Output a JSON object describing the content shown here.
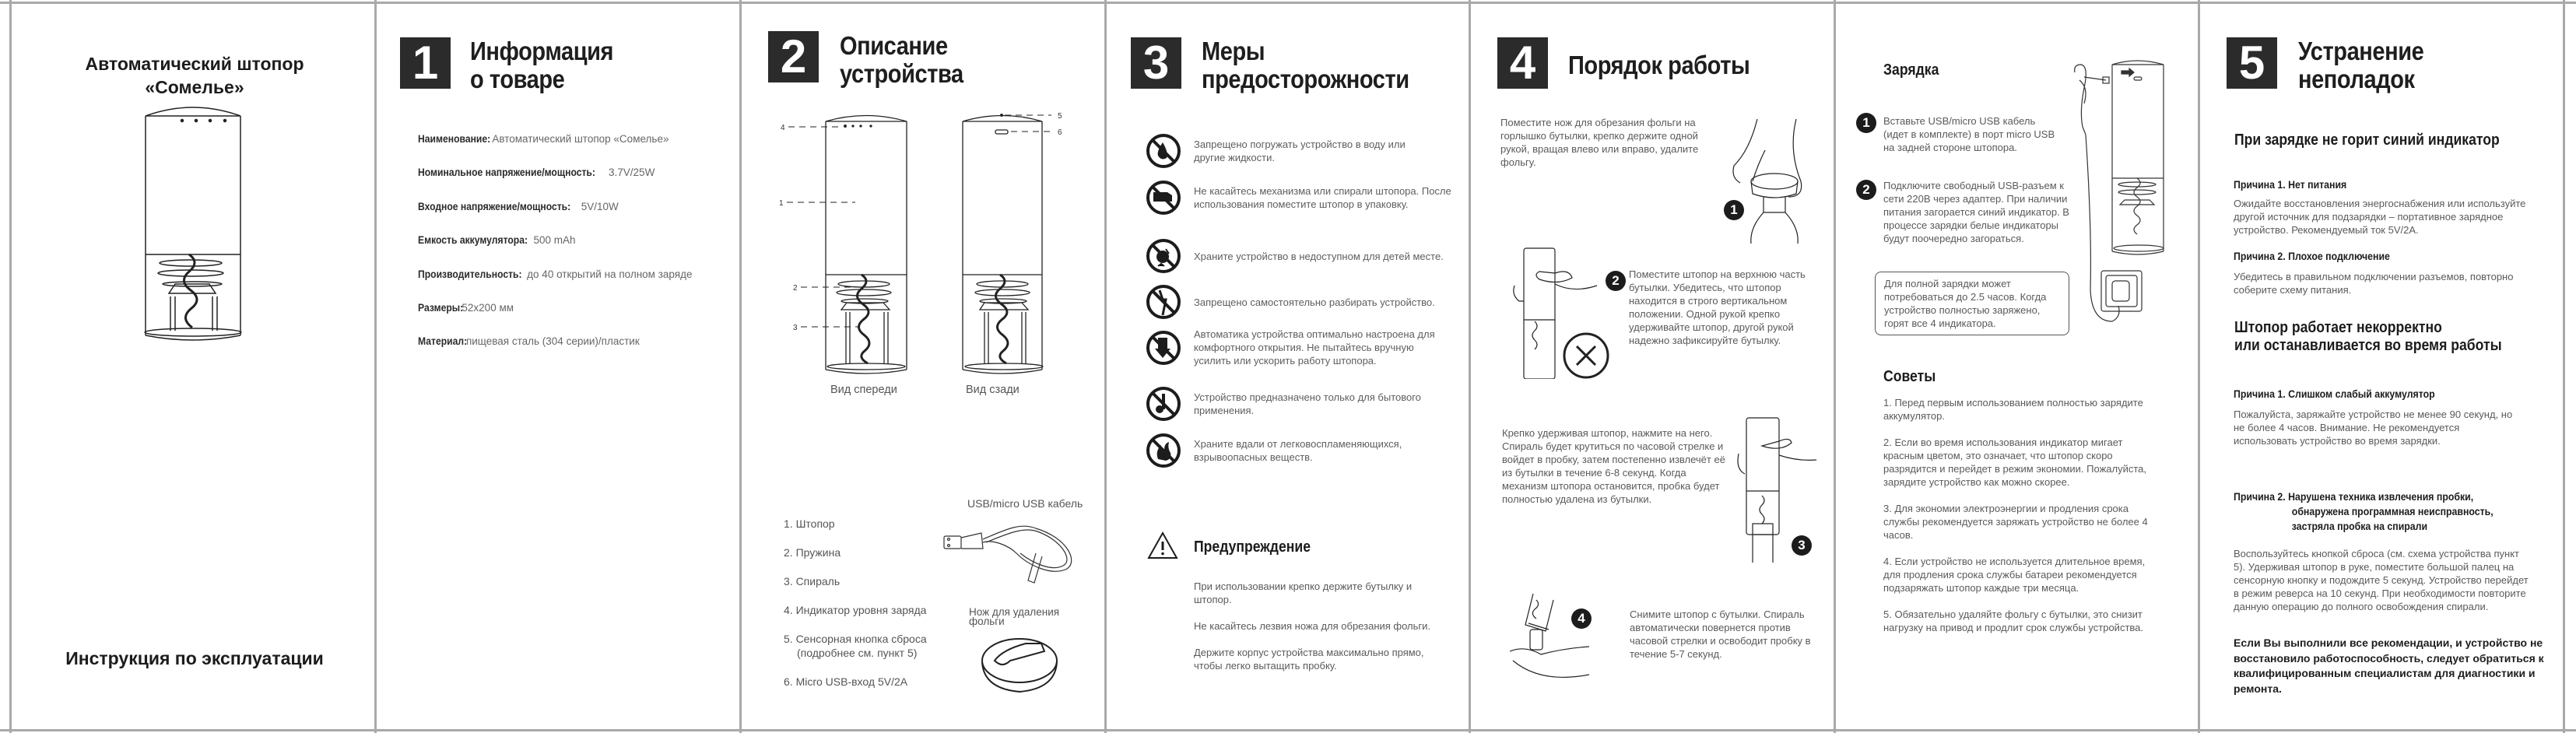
{
  "cover": {
    "title_line1": "Автоматический штопор",
    "title_line2": "«Сомелье»",
    "subtitle": "Инструкция по эксплуатации",
    "illustration": "corkscrew-front-icon"
  },
  "section1": {
    "number": "1",
    "title_line1": "Информация",
    "title_line2": "о товаре",
    "specs": [
      {
        "key": "Наименование:",
        "value": "Автоматический штопор «Сомелье»"
      },
      {
        "key": "Номинальное напряжение/мощность:",
        "value": "3.7V/25W"
      },
      {
        "key": "Входное напряжение/мощность:",
        "value": "5V/10W"
      },
      {
        "key": "Емкость аккумулятора:",
        "value": "500 mAh"
      },
      {
        "key": "Производительность:",
        "value": "до 40 открытий на полном заряде"
      },
      {
        "key": "Размеры:",
        "value": "52x200 мм"
      },
      {
        "key": "Материал:",
        "value": "пищевая сталь (304 серии)/пластик"
      }
    ]
  },
  "section2": {
    "number": "2",
    "title_line1": "Описание",
    "title_line2": "устройства",
    "front_caption": "Вид спереди",
    "back_caption": "Вид сзади",
    "callouts": [
      "1",
      "2",
      "3",
      "4",
      "5",
      "6"
    ],
    "parts": [
      "1. Штопор",
      "2. Пружина",
      "3. Спираль",
      "4. Индикатор уровня заряда",
      "5. Сенсорная кнопка сброса",
      "(подробнее см. пункт 5)",
      "6. Micro USB-вход 5V/2A"
    ],
    "cable_label": "USB/micro USB кабель",
    "knife_label_line1": "Нож для удаления",
    "knife_label_line2": "фольги"
  },
  "section3": {
    "number": "3",
    "title_line1": "Меры",
    "title_line2": "предосторожности",
    "items": [
      {
        "icon": "no-water-icon",
        "text": "Запрещено погружать устройство в воду или другие жидкости."
      },
      {
        "icon": "no-touch-icon",
        "text": "Не касайтесь  механизма или спирали штопора. После использования поместите штопор в упаковку."
      },
      {
        "icon": "no-children-icon",
        "text": "Храните устройство в недоступном для детей месте."
      },
      {
        "icon": "no-disassemble-icon",
        "text": "Запрещено самостоятельно разбирать устройство."
      },
      {
        "icon": "no-force-icon",
        "text": "Автоматика устройства оптимально настроена для комфортного открытия. Не пытайтесь вручную усилить или ускорить работу штопора."
      },
      {
        "icon": "household-only-icon",
        "text": "Устройство предназначено только для бытового применения."
      },
      {
        "icon": "no-fire-icon",
        "text": "Храните вдали от легковоспламеняющихся, взрывоопасных веществ."
      }
    ],
    "warning_title": "Предупреждение",
    "warnings": [
      "При использовании крепко держите бутылку и штопор.",
      "Не касайтесь лезвия ножа для обрезания фольги.",
      "Держите корпус устройства максимально прямо, чтобы легко вытащить пробку."
    ]
  },
  "section4": {
    "number": "4",
    "title": "Порядок работы",
    "steps": [
      {
        "n": "1",
        "text": "Поместите нож для обрезания фольги на горлышко бутылки, крепко держите одной рукой, вращая влево или вправо, удалите фольгу."
      },
      {
        "n": "2",
        "text": "Поместите штопор на верхнюю часть бутылки. Убедитесь, что штопор находится в строго вертикальном положении. Одной рукой крепко удерживайте штопор, другой рукой надежно зафиксируйте бутылку."
      },
      {
        "n": "3",
        "text": "Крепко удерживая штопор, нажмите на него. Спираль будет крутиться по часовой стрелке и войдет в пробку, затем постепенно извлечёт её из бутылки в течение 6-8 секунд. Когда механизм штопора остановится, пробка будет полностью удалена из бутылки."
      },
      {
        "n": "4",
        "text": "Снимите штопор с бутылки. Спираль автоматически повернется против часовой стрелки и освободит пробку в течение 5-7 секунд."
      }
    ]
  },
  "charging": {
    "title": "Зарядка",
    "steps": [
      {
        "n": "1",
        "text": "Вставьте USB/micro USB кабель (идет в комплекте) в порт micro USB на задней стороне штопора."
      },
      {
        "n": "2",
        "text": "Подключите свободный USB-разъем к сети 220В через адаптер. При наличии питания загорается синий индикатор. В процессе зарядки белые индикаторы будут поочередно загораться."
      }
    ],
    "note": "Для полной зарядки может потребоваться до 2.5 часов. Когда устройство полностью заряжено, горят все 4 индикатора.",
    "tips_title": "Советы",
    "tips": [
      "1. Перед первым использованием полностью зарядите аккумулятор.",
      "2. Если во время использования индикатор мигает красным цветом, это означает, что штопор скоро разрядится и перейдет в режим экономии. Пожалуйста, зарядите устройство как можно скорее.",
      "3. Для экономии электроэнергии и продления срока службы рекомендуется заряжать устройство не более 4 часов.",
      "4. Если устройство не используется длительное время, для продления срока службы батареи рекомендуется подзаряжать штопор каждые три месяца.",
      "5. Обязательно удаляйте фольгу с бутылки, это снизит нагрузку на привод и продлит срок службы устройства."
    ]
  },
  "section5": {
    "number": "5",
    "title_line1": "Устранение",
    "title_line2": "неполадок",
    "problem1": {
      "title": "При зарядке не горит синий индикатор",
      "cause1_title": "Причина 1. Нет питания",
      "cause1_text": "Ожидайте восстановления энергоснабжения или используйте другой источник для подзарядки – портативное зарядное устройство. Рекомендуемый ток 5V/2A.",
      "cause2_title": "Причина 2. Плохое подключение",
      "cause2_text": "Убедитесь в правильном подключении разъемов, повторно соберите схему питания."
    },
    "problem2": {
      "title_line1": "Штопор работает некорректно",
      "title_line2": "или останавливается во время работы",
      "cause1_title": "Причина 1. Слишком слабый аккумулятор",
      "cause1_text": "Пожалуйста, заряжайте устройство не менее 90 секунд, но не более 4 часов. Внимание. Не рекомендуется использовать устройство во время зарядки.",
      "cause2_title_line1": "Причина 2. Нарушена техника извлечения пробки,",
      "cause2_title_line2": "обнаружена программная неисправность,",
      "cause2_title_line3": "застряла пробка на спирали",
      "cause2_text": "Воспользуйтесь кнопкой сброса (см. схема устройства пункт 5). Удерживая штопор в руке, поместите большой палец на сенсорную кнопку и подождите 5 секунд. Устройство перейдет в режим реверса на 10 секунд. При необходимости повторите данную операцию до полного освобождения спирали."
    },
    "final_note": "Если Вы выполнили все рекомендации, и устройство не восстановило работоспособность, следует обратиться к квалифицированным специалистам для диагностики и ремонта."
  }
}
